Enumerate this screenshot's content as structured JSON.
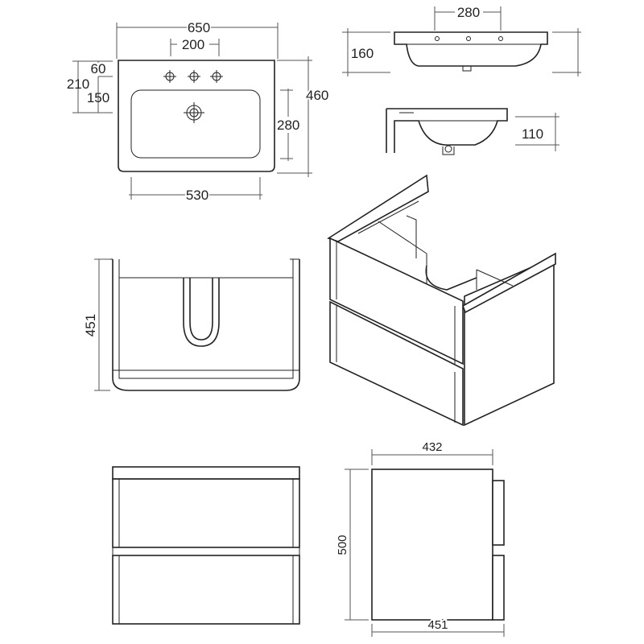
{
  "basin_plan": {
    "width": "650",
    "tap_spacing": "200",
    "top_to_taphole": "60",
    "taphole_to_bowl": "150",
    "top_to_bowl": "210",
    "depth": "460",
    "bowl_depth": "280",
    "bowl_width": "530"
  },
  "basin_side": {
    "tap_spacing": "280",
    "height": "160"
  },
  "basin_section": {
    "height": "110"
  },
  "cabinet_front": {
    "height": "451"
  },
  "cabinet_side": {
    "depth_top": "432",
    "height": "500",
    "depth_bottom": "451"
  },
  "colors": {
    "line": "#222222",
    "background": "#ffffff"
  }
}
